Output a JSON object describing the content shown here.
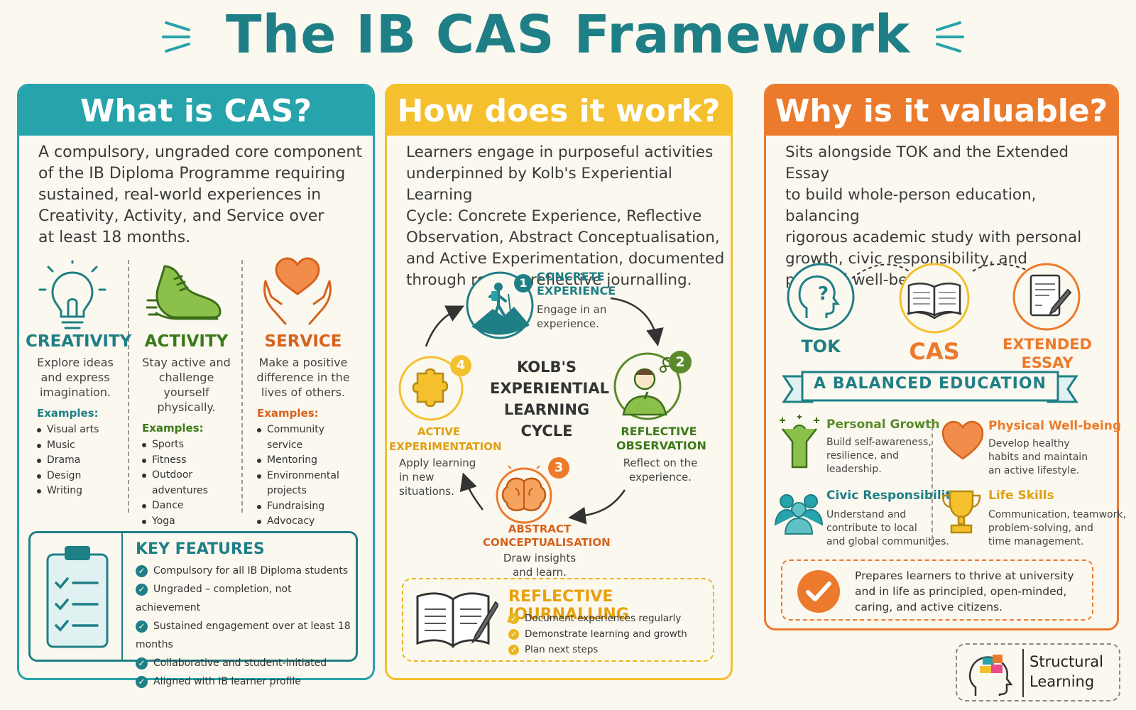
{
  "title": "The IB CAS Framework",
  "colors": {
    "teal": "#1f7f86",
    "teal_header": "#26a3ab",
    "yellow": "#f4c02e",
    "orange": "#ec7a2c",
    "green": "#5a8a2a",
    "bg": "#fbf8ef"
  },
  "panel1": {
    "header": "What is CAS?",
    "intro": [
      "A compulsory, ungraded core component",
      "of the IB Diploma Programme requiring",
      "sustained, real-world experiences in",
      "Creativity, Activity, and Service over",
      "at least 18 months."
    ],
    "pillars": [
      {
        "icon": "lightbulb-icon",
        "title": "CREATIVITY",
        "desc": "Explore ideas and express imagination.",
        "examples_label": "Examples:",
        "examples": [
          "Visual arts",
          "Music",
          "Drama",
          "Design",
          "Writing"
        ]
      },
      {
        "icon": "sneaker-icon",
        "title": "ACTIVITY",
        "desc": "Stay active and challenge yourself physically.",
        "examples_label": "Examples:",
        "examples": [
          "Sports",
          "Fitness",
          "Outdoor adventures",
          "Dance",
          "Yoga"
        ]
      },
      {
        "icon": "heart-hands-icon",
        "title": "SERVICE",
        "desc": "Make a positive difference in the lives of others.",
        "examples_label": "Examples:",
        "examples": [
          "Community service",
          "Mentoring",
          "Environmental projects",
          "Fundraising",
          "Advocacy"
        ]
      }
    ],
    "key_features": {
      "title": "KEY FEATURES",
      "items": [
        "Compulsory for all IB Diploma students",
        "Ungraded – completion, not achievement",
        "Sustained engagement over at least 18 months",
        "Collaborative and student-initiated",
        "Aligned with IB learner profile"
      ]
    }
  },
  "panel2": {
    "header": "How does it work?",
    "intro": [
      "Learners engage in purposeful activities",
      "underpinned by Kolb's Experiential Learning",
      "Cycle: Concrete Experience, Reflective",
      "Observation, Abstract Conceptualisation,",
      "and Active Experimentation, documented",
      "through regular reflective journalling."
    ],
    "cycle_center": [
      "KOLB'S",
      "EXPERIENTIAL",
      "LEARNING",
      "CYCLE"
    ],
    "stages": [
      {
        "num": "1",
        "title1": "CONCRETE",
        "title2": "EXPERIENCE",
        "desc1": "Engage in an",
        "desc2": "experience."
      },
      {
        "num": "2",
        "title1": "REFLECTIVE",
        "title2": "OBSERVATION",
        "desc1": "Reflect on the",
        "desc2": "experience."
      },
      {
        "num": "3",
        "title1": "ABSTRACT",
        "title2": "CONCEPTUALISATION",
        "desc1": "Draw insights",
        "desc2": "and learn."
      },
      {
        "num": "4",
        "title1": "ACTIVE",
        "title2": "EXPERIMENTATION",
        "desc1": "Apply learning",
        "desc2": "in new",
        "desc3": "situations."
      }
    ],
    "journalling": {
      "title": "REFLECTIVE JOURNALLING",
      "items": [
        "Document experiences regularly",
        "Demonstrate learning and growth",
        "Plan next steps"
      ]
    }
  },
  "panel3": {
    "header": "Why is it valuable?",
    "intro": [
      "Sits alongside TOK and the Extended Essay",
      "to build whole-person education, balancing",
      "rigorous academic study with personal",
      "growth, civic responsibility, and",
      "physical well-being."
    ],
    "core": [
      {
        "label": "TOK"
      },
      {
        "label": "CAS"
      },
      {
        "label1": "EXTENDED",
        "label2": "ESSAY"
      }
    ],
    "banner": "A BALANCED EDUCATION",
    "benefits": [
      {
        "title": "Personal Growth",
        "d1": "Build self-awareness,",
        "d2": "resilience, and",
        "d3": "leadership."
      },
      {
        "title": "Physical Well-being",
        "d1": "Develop healthy",
        "d2": "habits and maintain",
        "d3": "an active lifestyle."
      },
      {
        "title": "Civic Responsibility",
        "d1": "Understand and",
        "d2": "contribute to local",
        "d3": "and global communities."
      },
      {
        "title": "Life Skills",
        "d1": "Communication, teamwork,",
        "d2": "problem-solving, and",
        "d3": "time management."
      }
    ],
    "prepares": [
      "Prepares learners to thrive at university",
      "and in life as principled, open-minded,",
      "caring, and active citizens."
    ]
  },
  "logo": {
    "line1": "Structural",
    "line2": "Learning"
  }
}
